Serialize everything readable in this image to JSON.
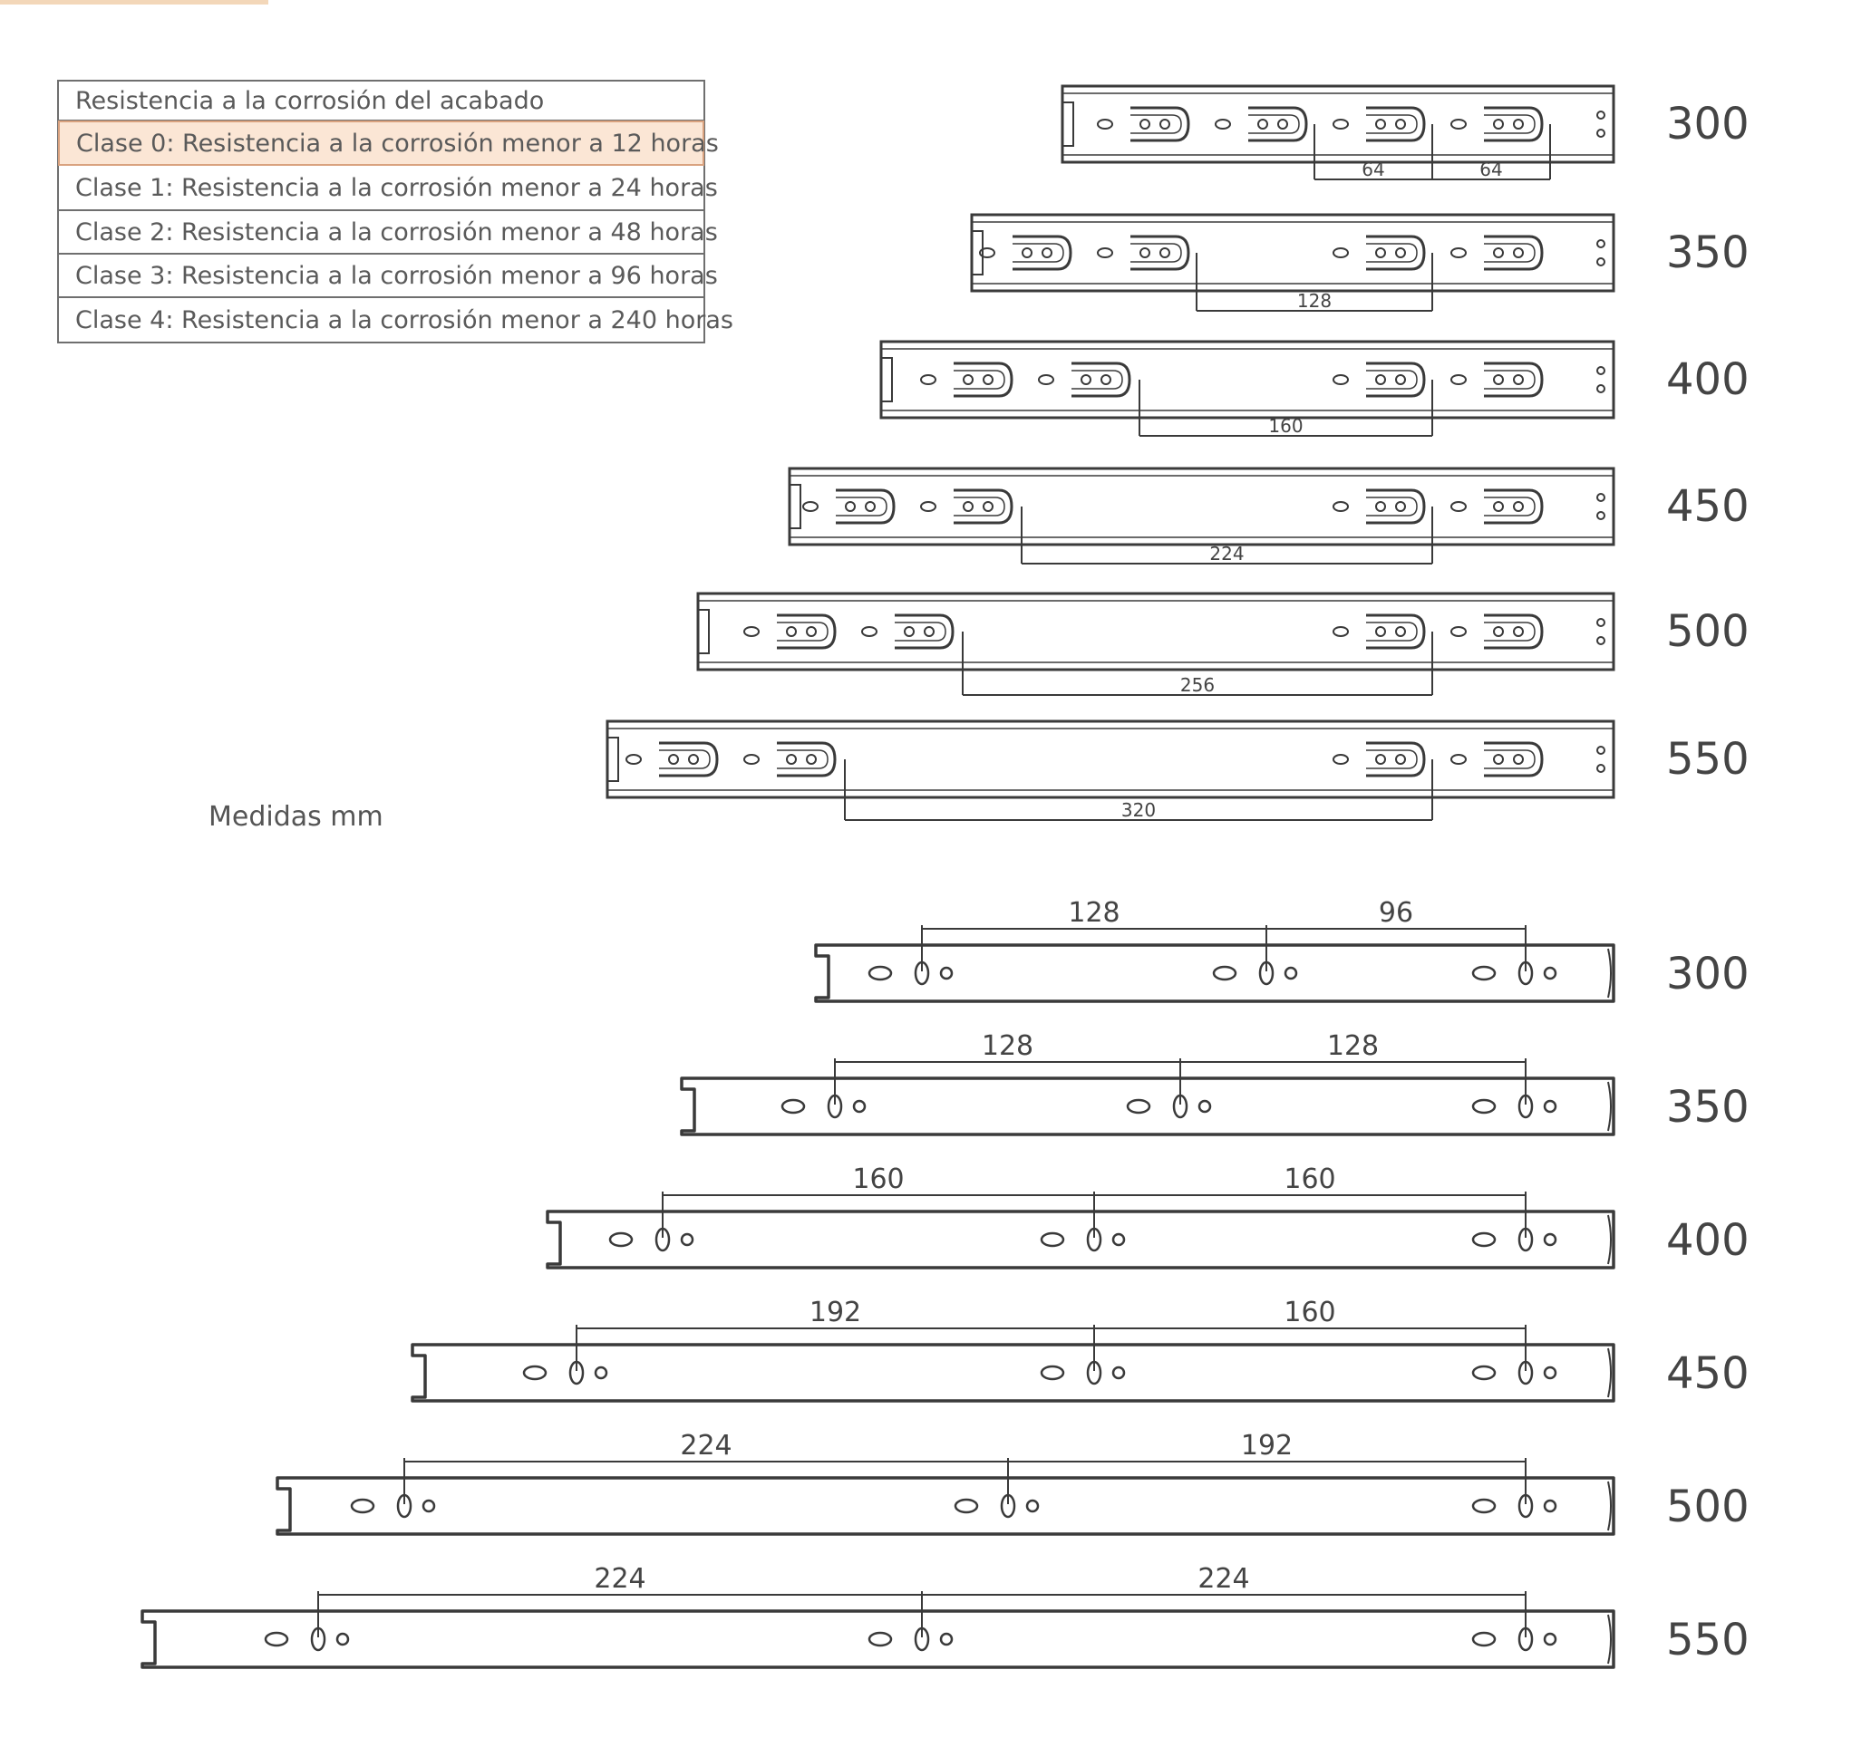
{
  "corrosion_table": {
    "header": "Resistencia a la corrosión del acabado",
    "rows": [
      {
        "label": "Clase 0: Resistencia a la corrosión menor a 12 horas",
        "highlight": true
      },
      {
        "label": "Clase 1: Resistencia a la corrosión menor a 24 horas",
        "highlight": false
      },
      {
        "label": "Clase 2: Resistencia a la corrosión menor a 48 horas",
        "highlight": false
      },
      {
        "label": "Clase 3: Resistencia a la corrosión menor a 96 horas",
        "highlight": false
      },
      {
        "label": "Clase 4: Resistencia a la corrosión menor a 240 horas",
        "highlight": false
      }
    ],
    "highlight_color": "#fbe6d5"
  },
  "units_label": "Medidas mm",
  "top_rails": [
    {
      "length": "300",
      "dims": [
        "64",
        "64"
      ]
    },
    {
      "length": "350",
      "dims": [
        "128"
      ]
    },
    {
      "length": "400",
      "dims": [
        "160"
      ]
    },
    {
      "length": "450",
      "dims": [
        "224"
      ]
    },
    {
      "length": "500",
      "dims": [
        "256"
      ]
    },
    {
      "length": "550",
      "dims": [
        "320"
      ]
    }
  ],
  "bottom_rails": [
    {
      "length": "300",
      "dims": [
        "128",
        "96"
      ]
    },
    {
      "length": "350",
      "dims": [
        "128",
        "128"
      ]
    },
    {
      "length": "400",
      "dims": [
        "160",
        "160"
      ]
    },
    {
      "length": "450",
      "dims": [
        "192",
        "160"
      ]
    },
    {
      "length": "500",
      "dims": [
        "224",
        "192"
      ]
    },
    {
      "length": "550",
      "dims": [
        "224",
        "224"
      ]
    }
  ],
  "colors": {
    "line": "#3a3a3a",
    "text": "#444444"
  }
}
